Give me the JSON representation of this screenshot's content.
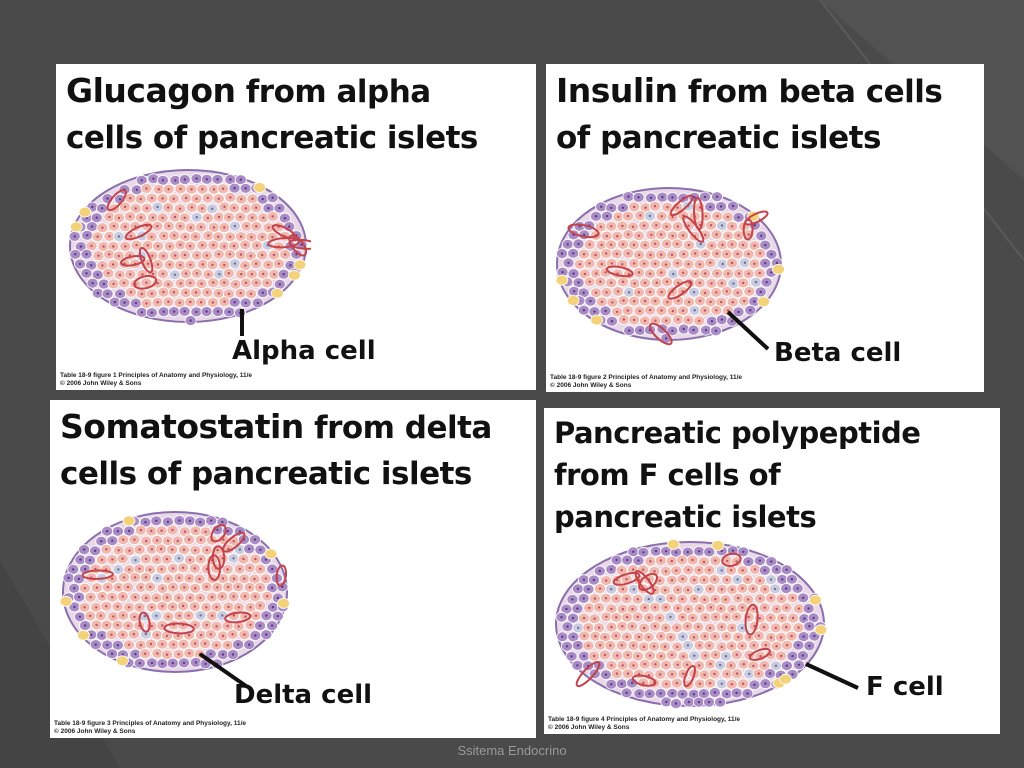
{
  "panels": [
    {
      "hormone": "Glucagon",
      "title_rest_1": " from alpha",
      "title_line_2": "cells of pancreatic islets",
      "cell_label": "Alpha cell",
      "credit_1": "Table 18-9 figure 1  Principles of Anatomy and Physiology, 11/e",
      "credit_2": "© 2006 John Wiley & Sons"
    },
    {
      "hormone": "Insulin",
      "title_rest_1": " from beta cells",
      "title_line_2": "of pancreatic islets",
      "cell_label": "Beta cell",
      "credit_1": "Table 18-9 figure 2  Principles of Anatomy and Physiology, 11/e",
      "credit_2": "© 2006 John Wiley & Sons"
    },
    {
      "hormone": "Somatostatin",
      "title_rest_1": " from delta",
      "title_line_2": "cells of pancreatic islets",
      "cell_label": "Delta cell",
      "credit_1": "Table 18-9 figure 3  Principles of Anatomy and Physiology, 11/e",
      "credit_2": "© 2006 John Wiley & Sons"
    },
    {
      "hormone": "Pancreatic polypeptide",
      "title_line_2": "from F cells of",
      "title_line_3": "pancreatic islets",
      "cell_label": "F cell",
      "credit_1": "Table 18-9 figure 4  Principles of Anatomy and Physiology, 11/e",
      "credit_2": "© 2006 John Wiley & Sons"
    }
  ],
  "footer": "Ssitema Endocrino",
  "colors": {
    "background": "#4a4a4a",
    "beta_cell": "#f2b8ad",
    "alpha_cell": "#a98cc6",
    "delta_cell": "#c9cce0",
    "f_cell": "#f3d27a",
    "vessel": "#c4434a"
  }
}
